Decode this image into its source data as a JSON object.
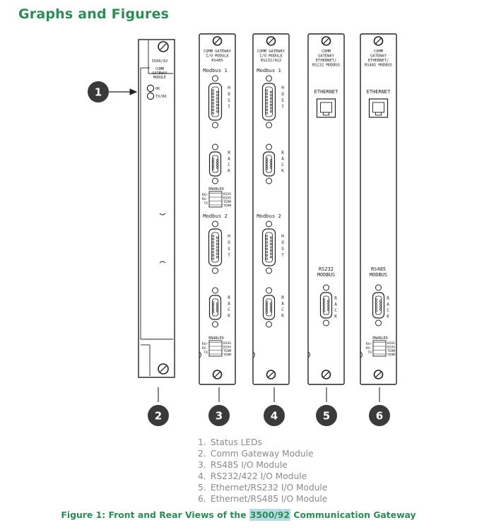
{
  "page": {
    "heading": "Graphs and Figures"
  },
  "figure": {
    "callouts": [
      "1",
      "2",
      "3",
      "4",
      "5",
      "6"
    ],
    "front_panel": {
      "model": "3500/92",
      "name_lines": [
        "COMM",
        "GATEWAY",
        "MODULE"
      ],
      "led_ok": "OK",
      "led_txrx": "TX/RX"
    },
    "panels": [
      {
        "title_lines": [
          "COMM GATEWAY",
          "I/O MODULE",
          "RS485"
        ],
        "port1_label": "Modbus 1",
        "port2_label": "Modbus 2",
        "host": "HOST",
        "rack": "RACK",
        "switch_label": "ENABLED",
        "switch_left": [
          "RX+",
          "RX-",
          "TX"
        ],
        "switch_right": [
          "BIAS",
          "BIAS",
          "TERM",
          "TERM"
        ]
      },
      {
        "title_lines": [
          "COMM GATEWAY",
          "I/O MODULE",
          "RS232/422"
        ],
        "port1_label": "Modbus 1",
        "port2_label": "Modbus 2",
        "host": "HOST",
        "rack": "RACK"
      },
      {
        "title_lines": [
          "COMM",
          "GATEWAY",
          "ETHERNET/",
          "RS232 MODBUS"
        ],
        "ethernet": "ETHERNET",
        "serial_lines": [
          "RS232",
          "MODBUS"
        ],
        "rack": "RACK"
      },
      {
        "title_lines": [
          "COMM",
          "GATEWAY",
          "ETHERNET/",
          "RS485 MODBUS"
        ],
        "ethernet": "ETHERNET",
        "serial_lines": [
          "RS485",
          "MODBUS"
        ],
        "rack": "RACK",
        "switch_label": "ENABLED",
        "switch_left": [
          "RX+",
          "RX-",
          "TX"
        ],
        "switch_right": [
          "BIAS",
          "BIAS",
          "TERM",
          "TERM"
        ]
      }
    ]
  },
  "legend": [
    {
      "num": "1.",
      "text": "Status LEDs"
    },
    {
      "num": "2.",
      "text": "Comm Gateway Module"
    },
    {
      "num": "3.",
      "text": "RS485 I/O Module"
    },
    {
      "num": "4.",
      "text": "RS232/422 I/O Module"
    },
    {
      "num": "5.",
      "text": "Ethernet/RS232 I/O Module"
    },
    {
      "num": "6.",
      "text": "Ethernet/RS485 I/O Module"
    }
  ],
  "caption": {
    "prefix": "Figure 1:  Front and Rear Views of the ",
    "highlight": "3500/92",
    "suffix": " Communication Gateway"
  }
}
